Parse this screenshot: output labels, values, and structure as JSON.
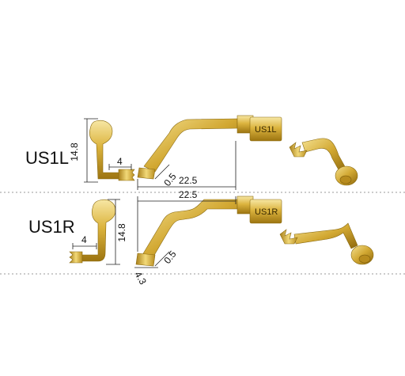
{
  "models": [
    {
      "code": "US1L",
      "shank_label": "US1L"
    },
    {
      "code": "US1R",
      "shank_label": "US1R"
    }
  ],
  "dimensions": {
    "us1l_height": "14.8",
    "us1l_tip": "4",
    "us1l_length": "22.5",
    "us1l_thickness": "0.5",
    "us1r_height": "14.8",
    "us1r_tip": "4",
    "us1r_length": "22.5",
    "us1r_thickness": "0.5",
    "us1r_width": "4.3"
  },
  "colors": {
    "gold_light": "#f6e39a",
    "gold_mid": "#d9b23a",
    "gold_dark": "#9c7410",
    "dimension_line": "#222222",
    "separator": "#999999"
  }
}
